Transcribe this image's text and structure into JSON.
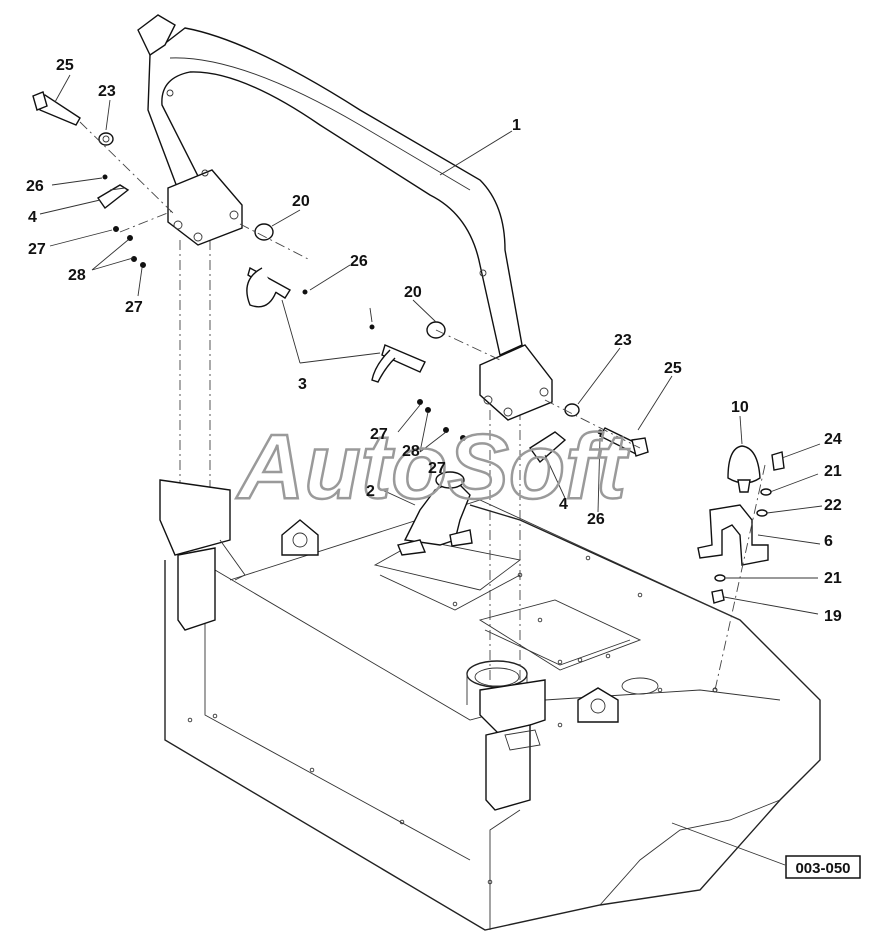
{
  "watermark": "AutoSoft",
  "reference_code": "003-050",
  "callouts": [
    {
      "id": "c1",
      "text": "1"
    },
    {
      "id": "c25a",
      "text": "25"
    },
    {
      "id": "c23a",
      "text": "23"
    },
    {
      "id": "c26a",
      "text": "26"
    },
    {
      "id": "c4a",
      "text": "4"
    },
    {
      "id": "c27a",
      "text": "27"
    },
    {
      "id": "c28a",
      "text": "28"
    },
    {
      "id": "c27b",
      "text": "27"
    },
    {
      "id": "c20a",
      "text": "20"
    },
    {
      "id": "c26b",
      "text": "26"
    },
    {
      "id": "c20b",
      "text": "20"
    },
    {
      "id": "c3",
      "text": "3"
    },
    {
      "id": "c23b",
      "text": "23"
    },
    {
      "id": "c25b",
      "text": "25"
    },
    {
      "id": "c10",
      "text": "10"
    },
    {
      "id": "c24",
      "text": "24"
    },
    {
      "id": "c21a",
      "text": "21"
    },
    {
      "id": "c22",
      "text": "22"
    },
    {
      "id": "c6",
      "text": "6"
    },
    {
      "id": "c21b",
      "text": "21"
    },
    {
      "id": "c19",
      "text": "19"
    },
    {
      "id": "c27c",
      "text": "27"
    },
    {
      "id": "c28b",
      "text": "28"
    },
    {
      "id": "c27d",
      "text": "27"
    },
    {
      "id": "c2",
      "text": "2"
    },
    {
      "id": "c4b",
      "text": "4"
    },
    {
      "id": "c26c",
      "text": "26"
    }
  ]
}
